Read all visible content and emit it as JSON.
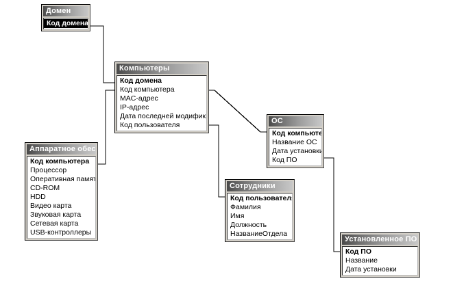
{
  "diagram": {
    "type": "entity-relationship-schema",
    "language": "ru",
    "background": "#ffffff",
    "line_color": "#000000",
    "title_gradient_from": "#4a4a4a",
    "title_gradient_to": "#c8c8c8",
    "selection_color": "#000000"
  },
  "tables": [
    {
      "id": "domen",
      "title": "Домен",
      "fields": [
        {
          "label": "Код домена",
          "key": true,
          "selected": true
        }
      ]
    },
    {
      "id": "computers",
      "title": "Компьютеры",
      "fields": [
        {
          "label": "Код домена",
          "key": true,
          "selected": false
        },
        {
          "label": "Код компьютера",
          "key": false,
          "selected": false
        },
        {
          "label": "MAC-адрес",
          "key": false,
          "selected": false
        },
        {
          "label": "IP-адрес",
          "key": false,
          "selected": false
        },
        {
          "label": "Дата последней модификации",
          "key": false,
          "selected": false
        },
        {
          "label": "Код пользователя",
          "key": false,
          "selected": false
        }
      ]
    },
    {
      "id": "hardware",
      "title": "Аппаратное обесп...",
      "fields": [
        {
          "label": "Код компьютера",
          "key": true,
          "selected": false
        },
        {
          "label": "Процессор",
          "key": false,
          "selected": false
        },
        {
          "label": "Оперативная память",
          "key": false,
          "selected": false
        },
        {
          "label": "CD-ROM",
          "key": false,
          "selected": false
        },
        {
          "label": "HDD",
          "key": false,
          "selected": false
        },
        {
          "label": "Видео карта",
          "key": false,
          "selected": false
        },
        {
          "label": "Звуковая карта",
          "key": false,
          "selected": false
        },
        {
          "label": "Сетевая карта",
          "key": false,
          "selected": false
        },
        {
          "label": "USB-контроллеры",
          "key": false,
          "selected": false
        }
      ]
    },
    {
      "id": "os",
      "title": "ОС",
      "fields": [
        {
          "label": "Код компьютера",
          "key": true,
          "selected": false
        },
        {
          "label": "Название ОС",
          "key": false,
          "selected": false
        },
        {
          "label": "Дата установки",
          "key": false,
          "selected": false
        },
        {
          "label": "Код ПО",
          "key": false,
          "selected": false
        }
      ]
    },
    {
      "id": "employees",
      "title": "Сотрудники",
      "fields": [
        {
          "label": "Код пользователя",
          "key": true,
          "selected": false
        },
        {
          "label": "Фамилия",
          "key": false,
          "selected": false
        },
        {
          "label": "Имя",
          "key": false,
          "selected": false
        },
        {
          "label": "Должность",
          "key": false,
          "selected": false
        },
        {
          "label": "НазваниеОтдела",
          "key": false,
          "selected": false
        }
      ]
    },
    {
      "id": "software",
      "title": "Установленное ПО",
      "fields": [
        {
          "label": "Код ПО",
          "key": true,
          "selected": false
        },
        {
          "label": "Название",
          "key": false,
          "selected": false
        },
        {
          "label": "Дата установки",
          "key": false,
          "selected": false
        }
      ]
    }
  ],
  "relationships": [
    {
      "id": "rel-domen-computers",
      "from_table": "Домен",
      "from_field": "Код домена",
      "to_table": "Компьютеры",
      "to_field": "Код домена"
    },
    {
      "id": "rel-computers-hardware",
      "from_table": "Компьютеры",
      "from_field": "Код компьютера",
      "to_table": "Аппаратное обесп...",
      "to_field": "Код компьютера"
    },
    {
      "id": "rel-computers-os",
      "from_table": "Компьютеры",
      "from_field": "Код компьютера",
      "to_table": "ОС",
      "to_field": "Код компьютера"
    },
    {
      "id": "rel-computers-employees",
      "from_table": "Компьютеры",
      "from_field": "Код пользователя",
      "to_table": "Сотрудники",
      "to_field": "Код пользователя"
    },
    {
      "id": "rel-os-software",
      "from_table": "ОС",
      "from_field": "Код ПО",
      "to_table": "Установленное ПО",
      "to_field": "Код ПО"
    }
  ]
}
